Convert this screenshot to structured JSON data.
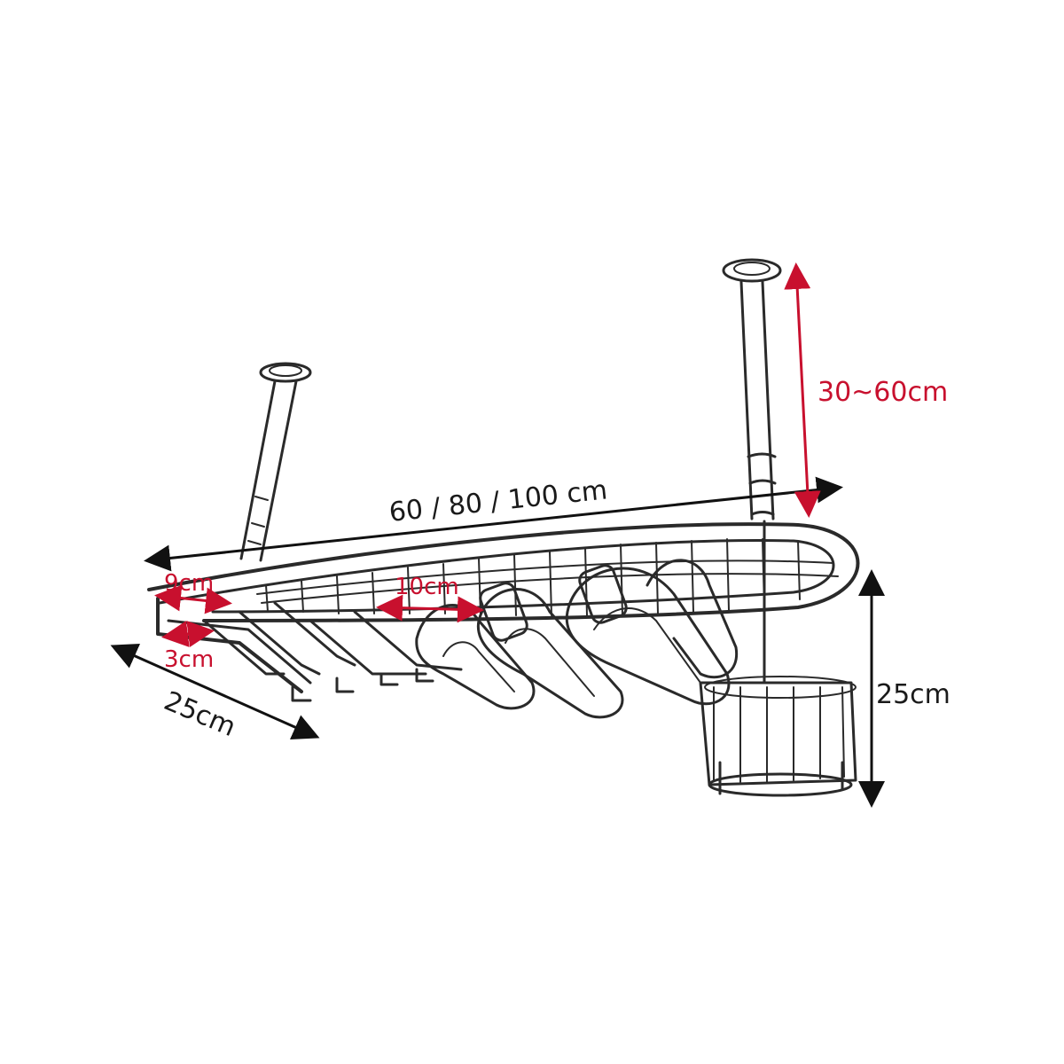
{
  "dimensions": {
    "length": "60 / 80 / 100 cm",
    "height": "30~60cm",
    "glass_height": "25cm",
    "depth": "25cm",
    "hook_spacing": "9cm",
    "bottle_spacing": "10cm",
    "hook_gap": "3cm"
  },
  "colors": {
    "accent": "#c8102e",
    "line": "#1a1a1a"
  }
}
